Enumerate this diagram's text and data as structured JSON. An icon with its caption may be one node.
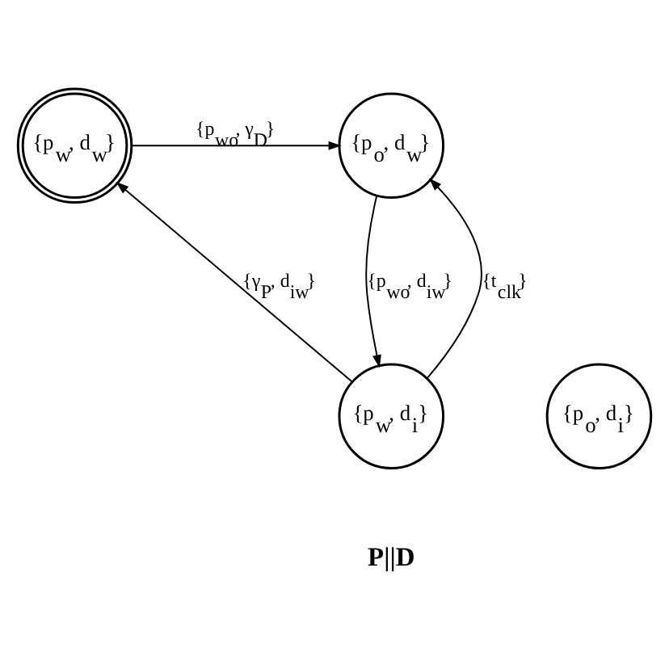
{
  "diagram": {
    "nodes": [
      {
        "text": [
          "{p$_{w}$, d$_{w}$}"
        ]
      },
      {
        "text": [
          "{p$_{o}$, d$_{w}$}"
        ]
      },
      {
        "text": [
          "{p$_{w}$, d$_{i}$}"
        ]
      },
      {
        "text": [
          "{p$_{o}$, d$_{i}$}"
        ]
      }
    ],
    "edges": [
      {
        "from": 0,
        "to": 1,
        "arrow": "to",
        "label": "{p$_{wo}$, γ$_{D}$}"
      },
      {
        "from": 2,
        "to": 0,
        "arrow": "to",
        "label": "{γ$_{P}$, d$_{iw}$}"
      },
      {
        "from": 2,
        "to": 1,
        "arrow": "to",
        "label": "{t$_{clk}$}"
      },
      {
        "from": 1,
        "to": 2,
        "arrow": "to",
        "label": "{p$_{wo}$, d$_{iw}$}"
      }
    ],
    "labels": [
      "P||D"
    ]
  }
}
